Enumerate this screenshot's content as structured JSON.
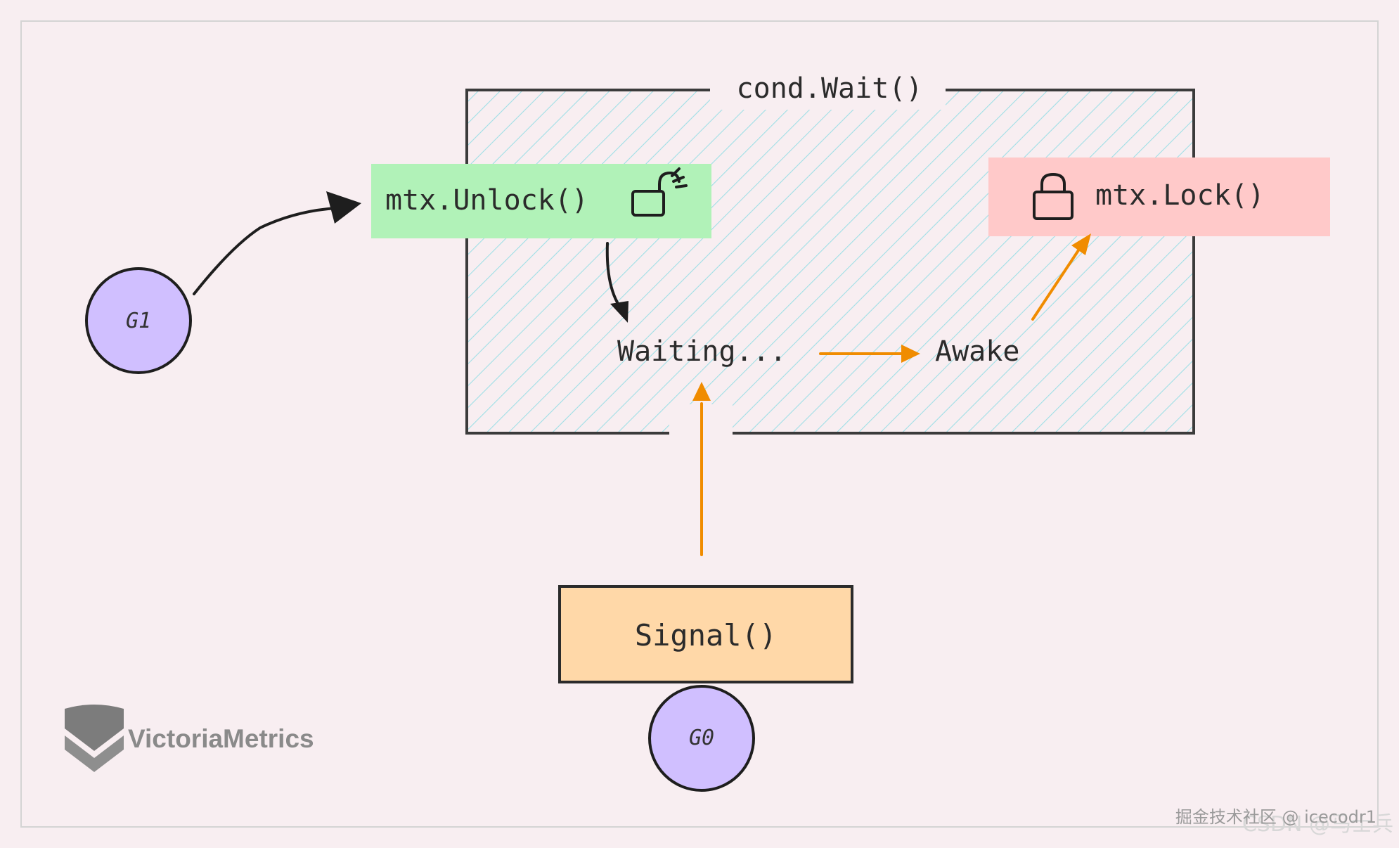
{
  "diagram": {
    "cond_wait_label": "cond.Wait()",
    "unlock_label": "mtx.Unlock()",
    "lock_label": "mtx.Lock()",
    "waiting_label": "Waiting...",
    "awake_label": "Awake",
    "signal_label": "Signal()",
    "g1_label": "G1",
    "g0_label": "G0",
    "brand_label": "VictoriaMetrics",
    "watermark_back": "CSDN @马士兵",
    "watermark_front": "掘金技术社区 @ icecodr1"
  },
  "colors": {
    "background": "#f8eef1",
    "hatch": "#9fdfe6",
    "unlock_fill": "#b1f2b8",
    "lock_fill": "#ffc9c9",
    "signal_fill": "#ffd8a8",
    "goroutine_fill": "#d0bfff",
    "arrow_orange": "#f08c00",
    "stroke": "#2b2b2b"
  },
  "icons": {
    "unlock": "unlocked-padlock-icon",
    "lock": "padlock-icon",
    "brand": "victoriametrics-logo-icon"
  }
}
